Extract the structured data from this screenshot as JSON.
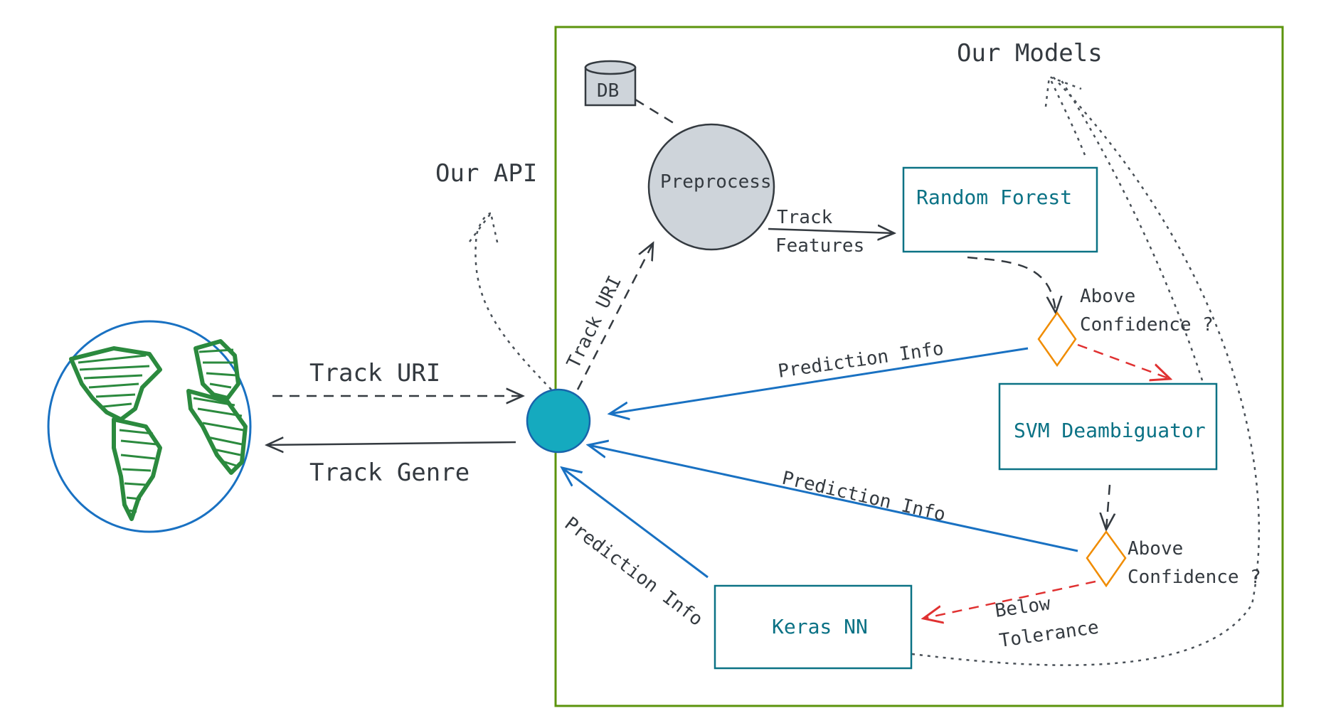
{
  "labels": {
    "our_api": "Our API",
    "our_models": "Our Models",
    "db": "DB",
    "preprocess": "Preprocess",
    "random_forest": "Random Forest",
    "svm": "SVM Deambiguator",
    "keras": "Keras NN",
    "track_uri_in": "Track URI",
    "track_genre_out": "Track Genre",
    "track_uri_diag": "Track URI",
    "track_features_1": "Track",
    "track_features_2": "Features",
    "above_conf_1a": "Above",
    "above_conf_1b": "Confidence ?",
    "above_conf_2a": "Above",
    "above_conf_2b": "Confidence ?",
    "below_tol_a": "Below",
    "below_tol_b": "Tolerance",
    "prediction_info_1": "Prediction Info",
    "prediction_info_2": "Prediction Info",
    "prediction_info_3": "Prediction Info"
  },
  "colors": {
    "frame": "#5c940d",
    "model_text": "#0b7285",
    "model_border": "#0b7285",
    "api_node": "#15aabf",
    "preprocess_fill": "#ced4da",
    "globe_border": "#1971c2",
    "land": "#2b8a3e",
    "blue_arrow": "#1971c2",
    "red_arrow": "#e03131",
    "diamond": "#f08c00",
    "ink": "#343a40"
  },
  "icons": [
    "globe-icon",
    "database-icon"
  ]
}
